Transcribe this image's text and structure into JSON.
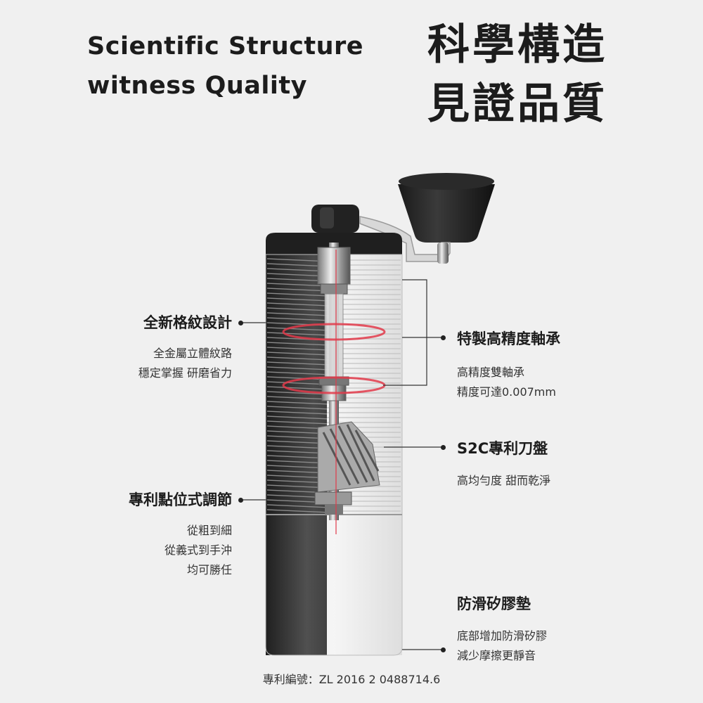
{
  "header": {
    "en_line1": "Scientific Structure",
    "en_line2": "witness Quality",
    "zh_line1": "科學構造",
    "zh_line2": "見證品質"
  },
  "callouts": {
    "texture": {
      "heading": "全新格紋設計",
      "desc1": "全金屬立體紋路",
      "desc2": "穩定掌握 研磨省力"
    },
    "bearing": {
      "heading": "特製高精度軸承",
      "desc1": "高精度雙軸承",
      "desc2": "精度可達0.007mm"
    },
    "burr": {
      "heading": "S2C專利刀盤",
      "desc1": "高均勻度 甜而乾淨"
    },
    "adjust": {
      "heading": "專利點位式調節",
      "desc1": "從粗到細",
      "desc2": "從義式到手沖",
      "desc3": "均可勝任"
    },
    "pad": {
      "heading": "防滑矽膠墊",
      "desc1": "底部增加防滑矽膠",
      "desc2": "減少摩擦更靜音"
    }
  },
  "footer": {
    "patent": "專利編號：ZL 2016 2 0488714.6"
  },
  "colors": {
    "background": "#f0f0f0",
    "accent_red": "#e23a4a",
    "body_dark": "#2b2b2b"
  },
  "icons": [
    "coffee-grinder-illustration"
  ]
}
